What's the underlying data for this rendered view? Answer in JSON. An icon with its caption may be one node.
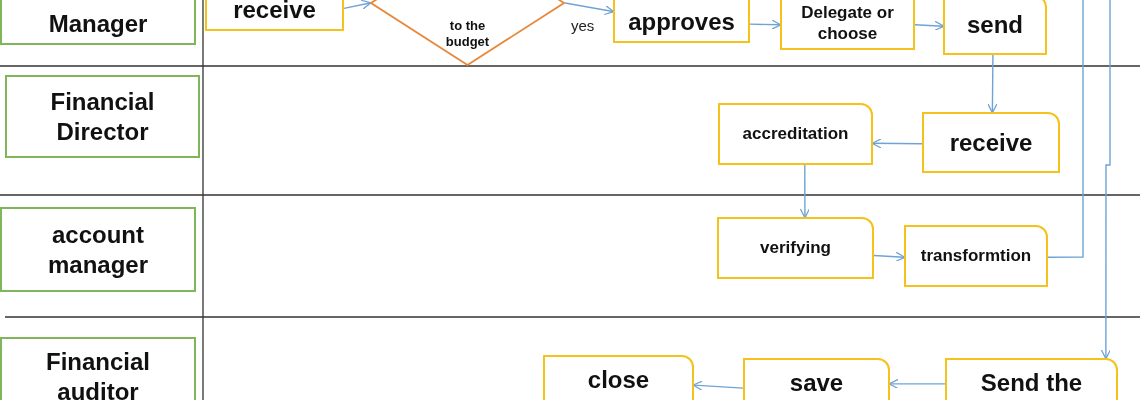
{
  "diagram": {
    "nodes": [
      {
        "text": [
          "Manager"
        ]
      },
      {
        "text": [
          "receive"
        ]
      },
      {
        "text": [
          "to the budget"
        ]
      },
      {
        "text": [
          "approves"
        ]
      },
      {
        "text": [
          "Delegate or choose"
        ]
      },
      {
        "text": [
          "send"
        ]
      },
      {
        "text": [
          "Financial Director"
        ]
      },
      {
        "text": [
          "accreditation"
        ]
      },
      {
        "text": [
          "receive"
        ]
      },
      {
        "text": [
          "account manager"
        ]
      },
      {
        "text": [
          "verifying"
        ]
      },
      {
        "text": [
          "transformtion"
        ]
      },
      {
        "text": [
          "Financial auditor"
        ]
      },
      {
        "text": [
          "close"
        ]
      },
      {
        "text": [
          "save"
        ]
      },
      {
        "text": [
          "Send the"
        ]
      }
    ],
    "edges": [
      {
        "from": 1,
        "to": 2,
        "arrow": "to"
      },
      {
        "from": 2,
        "to": 3,
        "arrow": "to",
        "label": "yes"
      },
      {
        "from": 3,
        "to": 4,
        "arrow": "to"
      },
      {
        "from": 4,
        "to": 5,
        "arrow": "to"
      },
      {
        "from": 5,
        "to": 8,
        "arrow": "to"
      },
      {
        "from": 8,
        "to": 7,
        "arrow": "to"
      },
      {
        "from": 7,
        "to": 10,
        "arrow": "to"
      },
      {
        "from": 10,
        "to": 11,
        "arrow": "to"
      },
      {
        "from": 11,
        "to": null,
        "arrow": "none"
      },
      {
        "from": null,
        "to": 15,
        "arrow": "to"
      },
      {
        "from": 15,
        "to": 14,
        "arrow": "to"
      },
      {
        "from": 14,
        "to": 13,
        "arrow": "to"
      }
    ]
  }
}
